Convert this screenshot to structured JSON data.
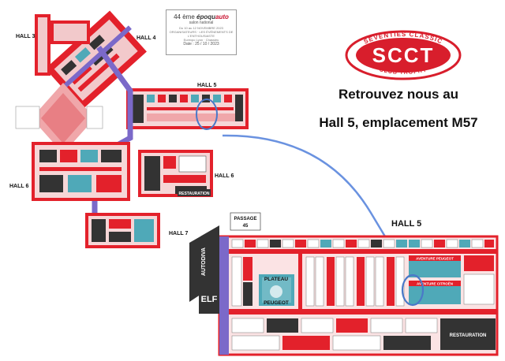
{
  "event": {
    "edition": "44 ème",
    "brand_a": "époqu",
    "brand_b": "auto",
    "brand_sub": "salon national",
    "dates": "Du 10 au 12 NOVEMBRE 2023",
    "org_line1": "ORGANISATEURS · LES ÉVÉNEMENTS DE L'ENTHOUSIASTE",
    "org_line2": "Eurexpo Lyon · Chassieu",
    "plan_date": "Date : 25 / 10 / 2023"
  },
  "logo": {
    "top_text": "SEVENTIES CLASSIC",
    "main_text": "SCCT",
    "bottom_text": "CLUB TROPHY"
  },
  "headline": {
    "line1": "Retrouvez nous au",
    "line2": "Hall 5, emplacement M57"
  },
  "overview_map": {
    "hall_labels": [
      "HALL 3",
      "HALL 4",
      "HALL 5",
      "HALL 6",
      "HALL 6",
      "HALL 7"
    ],
    "restauration": "RESTAURATION"
  },
  "detail_map": {
    "title": "HALL 5",
    "passage": "PASSAGE",
    "passage_num": "45",
    "autodiva": "AUTODIVA",
    "elf": "ELF",
    "plateau_line1": "PLATEAU",
    "plateau_line2": "PEUGEOT",
    "restauration": "RESTAURATION",
    "aventure_peugeot": "AVENTURE PEUGEOT",
    "aventure_citroen": "AVENTURE CITROËN"
  },
  "colors": {
    "booth_red": "#e3212b",
    "aisle_purple": "#7b69c9",
    "highlight_blue": "#4a78c8",
    "teal_booth": "#4fa9b8",
    "logo_red": "#d81e2c"
  },
  "icons": {
    "location_marker": "circle-highlight-icon",
    "connector": "curved-arrow-icon"
  }
}
